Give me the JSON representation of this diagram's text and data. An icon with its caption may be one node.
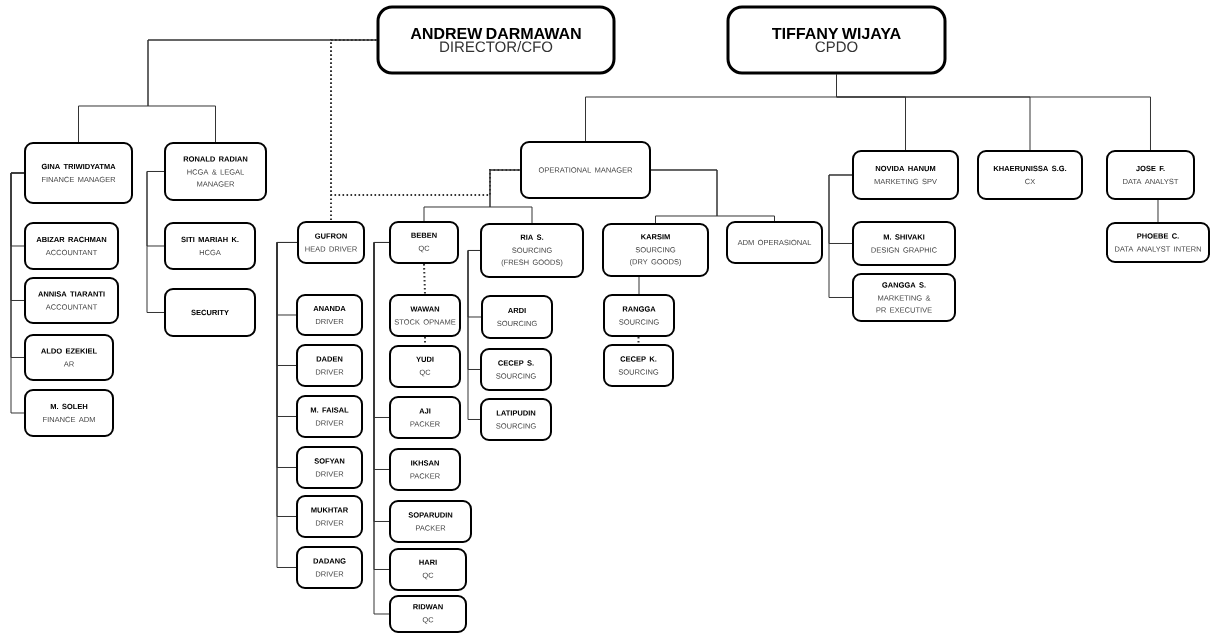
{
  "diagram": {
    "nodes": [
      {
        "text": [
          "ANDREW DARMAWAN",
          "DIRECTOR/CFO"
        ]
      },
      {
        "text": [
          "TIFFANY WIJAYA",
          "CPDO"
        ]
      },
      {
        "text": [
          "GINA TRIWIDYATMA",
          "FINANCE MANAGER"
        ]
      },
      {
        "text": [
          "RONALD RADIAN",
          "HCGA & LEGAL MANAGER"
        ]
      },
      {
        "text": [
          "ABIZAR RACHMAN",
          "ACCOUNTANT"
        ]
      },
      {
        "text": [
          "ANNISA TIARANTI",
          "ACCOUNTANT"
        ]
      },
      {
        "text": [
          "ALDO EZEKIEL",
          "AR"
        ]
      },
      {
        "text": [
          "M. SOLEH",
          "FINANCE ADM"
        ]
      },
      {
        "text": [
          "SITI MARIAH K.",
          "HCGA"
        ]
      },
      {
        "text": [
          "SECURITY"
        ]
      },
      {
        "text": [
          "OPERATIONAL MANAGER"
        ]
      },
      {
        "text": [
          "GUFRON",
          "HEAD DRIVER"
        ]
      },
      {
        "text": [
          "ANANDA",
          "DRIVER"
        ]
      },
      {
        "text": [
          "DADEN",
          "DRIVER"
        ]
      },
      {
        "text": [
          "M. FAISAL",
          "DRIVER"
        ]
      },
      {
        "text": [
          "SOFYAN",
          "DRIVER"
        ]
      },
      {
        "text": [
          "MUKHTAR",
          "DRIVER"
        ]
      },
      {
        "text": [
          "DADANG",
          "DRIVER"
        ]
      },
      {
        "text": [
          "BEBEN",
          "QC"
        ]
      },
      {
        "text": [
          "WAWAN",
          "STOCK OPNAME"
        ]
      },
      {
        "text": [
          "YUDI",
          "QC"
        ]
      },
      {
        "text": [
          "AJI",
          "PACKER"
        ]
      },
      {
        "text": [
          "IKHSAN",
          "PACKER"
        ]
      },
      {
        "text": [
          "SOPARUDIN",
          "PACKER"
        ]
      },
      {
        "text": [
          "HARI",
          "QC"
        ]
      },
      {
        "text": [
          "RIDWAN",
          "QC"
        ]
      },
      {
        "text": [
          "RIA S.",
          "SOURCING (FRESH GOODS)"
        ]
      },
      {
        "text": [
          "ARDI",
          "SOURCING"
        ]
      },
      {
        "text": [
          "CECEP S.",
          "SOURCING"
        ]
      },
      {
        "text": [
          "LATIPUDIN",
          "SOURCING"
        ]
      },
      {
        "text": [
          "KARSIM",
          "SOURCING (DRY GOODS)"
        ]
      },
      {
        "text": [
          "ADM OPERASIONAL"
        ]
      },
      {
        "text": [
          "RANGGA",
          "SOURCING"
        ]
      },
      {
        "text": [
          "CECEP K.",
          "SOURCING"
        ]
      },
      {
        "text": [
          "NOVIDA HANUM",
          "MARKETING SPV"
        ]
      },
      {
        "text": [
          "KHAERUNISSA S.G.",
          "CX"
        ]
      },
      {
        "text": [
          "JOSE F.",
          "DATA ANALYST"
        ]
      },
      {
        "text": [
          "M. SHIVAKI",
          "DESIGN GRAPHIC"
        ]
      },
      {
        "text": [
          "GANGGA S.",
          "MARKETING & PR EXECUTIVE"
        ]
      },
      {
        "text": [
          "PHOEBE C.",
          "DATA ANALYST INTERN"
        ]
      }
    ],
    "edges": [
      {
        "from": 0,
        "to": 2,
        "arrow": "none"
      },
      {
        "from": 0,
        "to": 3,
        "arrow": "none"
      },
      {
        "from": 0,
        "to": 10,
        "arrow": "none",
        "style": "dashed"
      },
      {
        "from": 0,
        "to": 11,
        "arrow": "none",
        "style": "dashed"
      },
      {
        "from": 1,
        "to": 10,
        "arrow": "none"
      },
      {
        "from": 1,
        "to": 34,
        "arrow": "none"
      },
      {
        "from": 1,
        "to": 35,
        "arrow": "none"
      },
      {
        "from": 1,
        "to": 36,
        "arrow": "none"
      },
      {
        "from": 2,
        "to": 4,
        "arrow": "none"
      },
      {
        "from": 2,
        "to": 5,
        "arrow": "none"
      },
      {
        "from": 2,
        "to": 6,
        "arrow": "none"
      },
      {
        "from": 2,
        "to": 7,
        "arrow": "none"
      },
      {
        "from": 3,
        "to": 8,
        "arrow": "none"
      },
      {
        "from": 3,
        "to": 9,
        "arrow": "none"
      },
      {
        "from": 10,
        "to": 18,
        "arrow": "none"
      },
      {
        "from": 10,
        "to": 26,
        "arrow": "none"
      },
      {
        "from": 10,
        "to": 30,
        "arrow": "none"
      },
      {
        "from": 10,
        "to": 31,
        "arrow": "none"
      },
      {
        "from": 11,
        "to": 12,
        "arrow": "none"
      },
      {
        "from": 11,
        "to": 13,
        "arrow": "none"
      },
      {
        "from": 11,
        "to": 14,
        "arrow": "none"
      },
      {
        "from": 11,
        "to": 15,
        "arrow": "none"
      },
      {
        "from": 11,
        "to": 16,
        "arrow": "none"
      },
      {
        "from": 11,
        "to": 17,
        "arrow": "none"
      },
      {
        "from": 18,
        "to": 19,
        "arrow": "none",
        "style": "dashed"
      },
      {
        "from": 19,
        "to": 20,
        "arrow": "none",
        "style": "dashed"
      },
      {
        "from": 18,
        "to": 21,
        "arrow": "none"
      },
      {
        "from": 18,
        "to": 22,
        "arrow": "none"
      },
      {
        "from": 18,
        "to": 23,
        "arrow": "none"
      },
      {
        "from": 18,
        "to": 24,
        "arrow": "none"
      },
      {
        "from": 18,
        "to": 25,
        "arrow": "none"
      },
      {
        "from": 26,
        "to": 27,
        "arrow": "none"
      },
      {
        "from": 26,
        "to": 28,
        "arrow": "none"
      },
      {
        "from": 26,
        "to": 29,
        "arrow": "none"
      },
      {
        "from": 30,
        "to": 32,
        "arrow": "none"
      },
      {
        "from": 32,
        "to": 33,
        "arrow": "none",
        "style": "dashed"
      },
      {
        "from": 34,
        "to": 37,
        "arrow": "none"
      },
      {
        "from": 34,
        "to": 38,
        "arrow": "none"
      },
      {
        "from": 36,
        "to": 39,
        "arrow": "none"
      }
    ]
  }
}
